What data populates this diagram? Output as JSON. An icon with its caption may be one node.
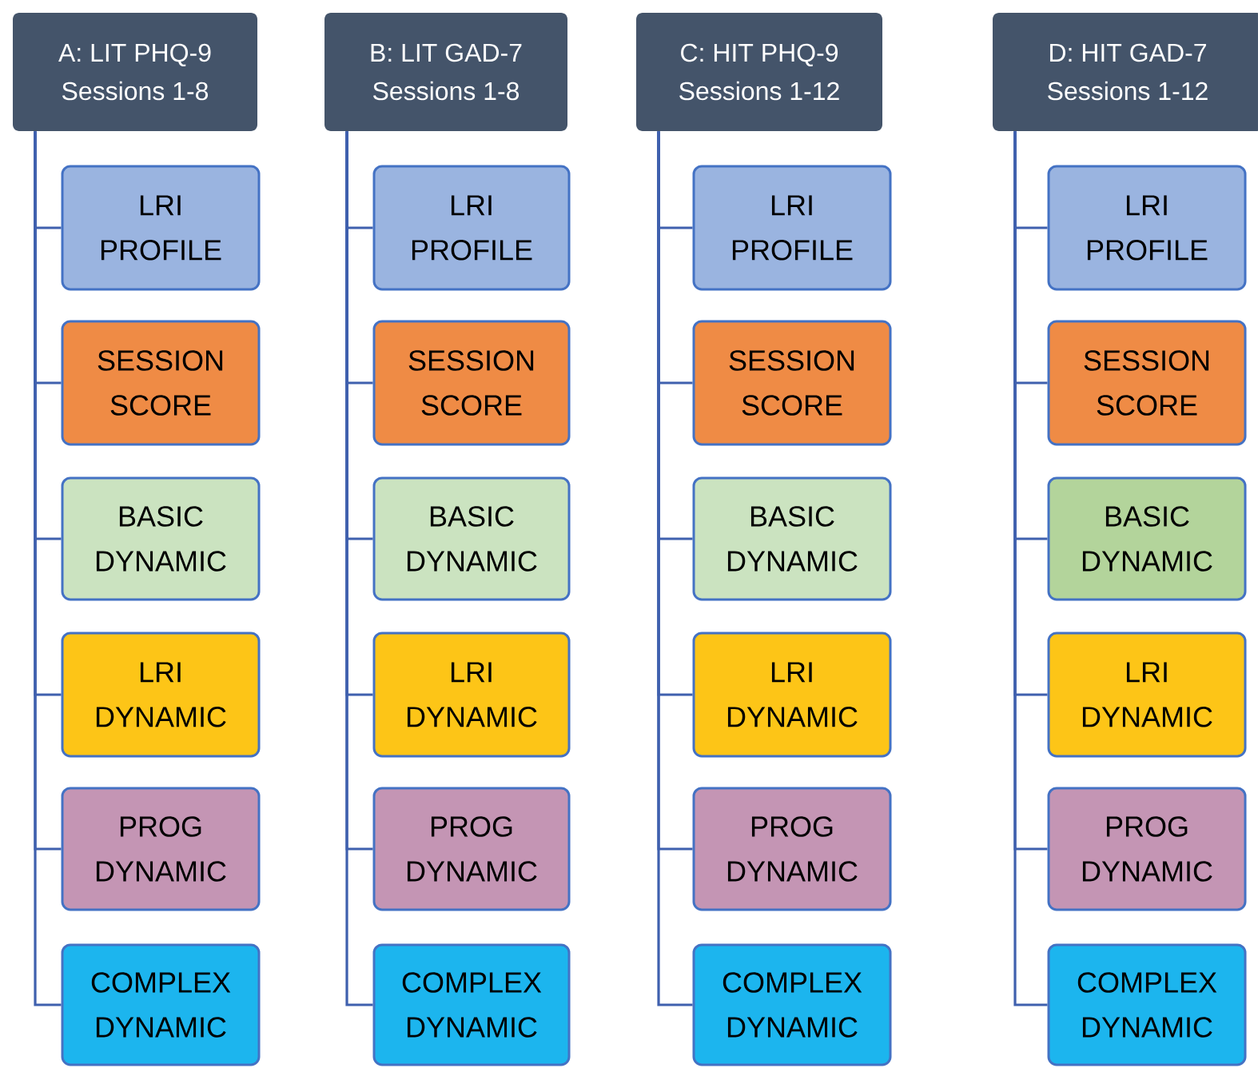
{
  "diagram": {
    "nodes": [
      {
        "text": [
          "A: LIT PHQ-9",
          "Sessions 1-8"
        ]
      },
      {
        "text": [
          "LRI PROFILE"
        ]
      },
      {
        "text": [
          "SESSION SCORE"
        ]
      },
      {
        "text": [
          "BASIC DYNAMIC"
        ]
      },
      {
        "text": [
          "LRI DYNAMIC"
        ]
      },
      {
        "text": [
          "PROG DYNAMIC"
        ]
      },
      {
        "text": [
          "COMPLEX DYNAMIC"
        ]
      },
      {
        "text": [
          "B: LIT GAD-7",
          "Sessions 1-8"
        ]
      },
      {
        "text": [
          "LRI PROFILE"
        ]
      },
      {
        "text": [
          "SESSION SCORE"
        ]
      },
      {
        "text": [
          "BASIC DYNAMIC"
        ]
      },
      {
        "text": [
          "LRI DYNAMIC"
        ]
      },
      {
        "text": [
          "PROG DYNAMIC"
        ]
      },
      {
        "text": [
          "COMPLEX DYNAMIC"
        ]
      },
      {
        "text": [
          "C: HIT PHQ-9",
          "Sessions 1-12"
        ]
      },
      {
        "text": [
          "LRI PROFILE"
        ]
      },
      {
        "text": [
          "SESSION SCORE"
        ]
      },
      {
        "text": [
          "BASIC DYNAMIC"
        ]
      },
      {
        "text": [
          "LRI DYNAMIC"
        ]
      },
      {
        "text": [
          "PROG DYNAMIC"
        ]
      },
      {
        "text": [
          "COMPLEX DYNAMIC"
        ]
      },
      {
        "text": [
          "D: HIT GAD-7",
          "Sessions 1-12"
        ]
      },
      {
        "text": [
          "LRI PROFILE"
        ]
      },
      {
        "text": [
          "SESSION SCORE"
        ]
      },
      {
        "text": [
          "BASIC DYNAMIC"
        ]
      },
      {
        "text": [
          "LRI DYNAMIC"
        ]
      },
      {
        "text": [
          "PROG DYNAMIC"
        ]
      },
      {
        "text": [
          "COMPLEX DYNAMIC"
        ]
      }
    ],
    "edges": [
      {
        "from": 0,
        "to": 1,
        "arrow": "none"
      },
      {
        "from": 0,
        "to": 2,
        "arrow": "none"
      },
      {
        "from": 0,
        "to": 3,
        "arrow": "none"
      },
      {
        "from": 0,
        "to": 4,
        "arrow": "none"
      },
      {
        "from": 0,
        "to": 5,
        "arrow": "none"
      },
      {
        "from": 0,
        "to": 6,
        "arrow": "none"
      },
      {
        "from": 7,
        "to": 8,
        "arrow": "none"
      },
      {
        "from": 7,
        "to": 9,
        "arrow": "none"
      },
      {
        "from": 7,
        "to": 10,
        "arrow": "none"
      },
      {
        "from": 7,
        "to": 11,
        "arrow": "none"
      },
      {
        "from": 7,
        "to": 12,
        "arrow": "none"
      },
      {
        "from": 7,
        "to": 13,
        "arrow": "none"
      },
      {
        "from": 14,
        "to": 15,
        "arrow": "none"
      },
      {
        "from": 14,
        "to": 16,
        "arrow": "none"
      },
      {
        "from": 14,
        "to": 17,
        "arrow": "none"
      },
      {
        "from": 14,
        "to": 18,
        "arrow": "none"
      },
      {
        "from": 14,
        "to": 19,
        "arrow": "none"
      },
      {
        "from": 14,
        "to": 20,
        "arrow": "none"
      },
      {
        "from": 21,
        "to": 22,
        "arrow": "none"
      },
      {
        "from": 21,
        "to": 23,
        "arrow": "none"
      },
      {
        "from": 21,
        "to": 24,
        "arrow": "none"
      },
      {
        "from": 21,
        "to": 25,
        "arrow": "none"
      },
      {
        "from": 21,
        "to": 26,
        "arrow": "none"
      },
      {
        "from": 21,
        "to": 27,
        "arrow": "none"
      }
    ]
  }
}
